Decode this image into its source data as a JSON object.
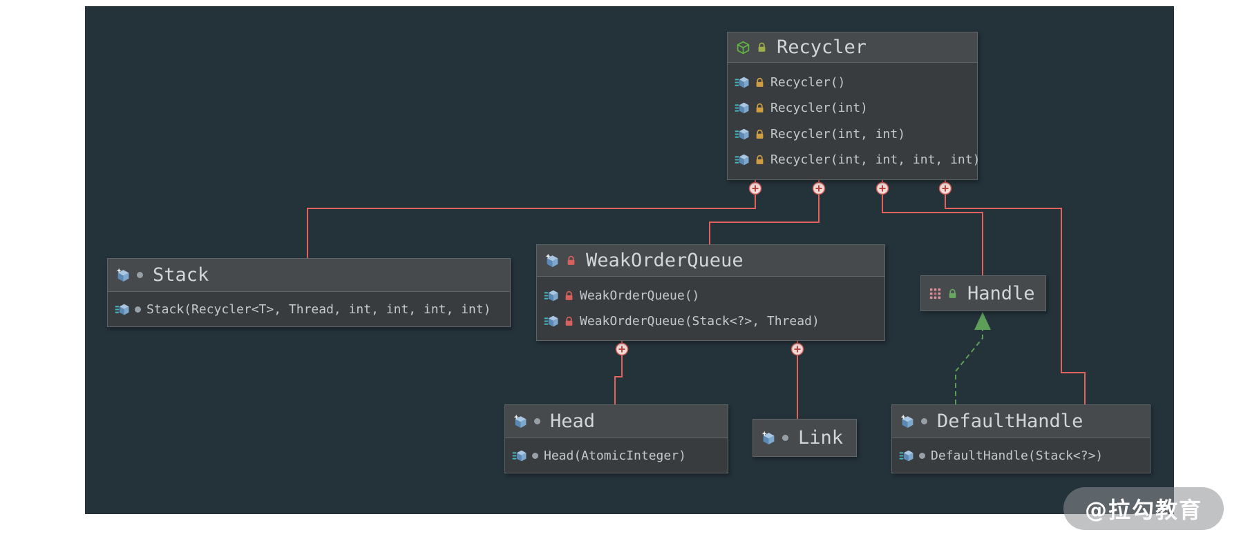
{
  "watermark": "@拉勾教育",
  "colors": {
    "canvas-bg": "#24323a",
    "box-body": "#383c3e",
    "box-header": "#464a4c",
    "box-border": "#606567",
    "relation": "#e4625d",
    "implements": "#5d9e59",
    "lock-yellow": "#cf9e43",
    "lock-red": "#d7615c",
    "lock-green": "#67a75f",
    "lock-olive": "#9fae4a"
  },
  "icons": {
    "class-icon": "blue-cube-with-sparkle",
    "method-icon": "blue-cube-with-teal-lines",
    "recycler-class-icon": "green-outline-cube",
    "handle-interface-icon": "pink-grid",
    "lock-icon": "padlock",
    "visibility-dot-icon": "gray-dot",
    "expand-anchor-icon": "circled-plus"
  },
  "classes": {
    "recycler": {
      "name": "Recycler",
      "methods": [
        {
          "label": "Recycler()"
        },
        {
          "label": "Recycler(int)"
        },
        {
          "label": "Recycler(int, int)"
        },
        {
          "label": "Recycler(int, int, int, int)"
        }
      ]
    },
    "stack": {
      "name": "Stack",
      "methods": [
        {
          "label": "Stack(Recycler<T>, Thread, int, int, int, int)"
        }
      ]
    },
    "weak_order_queue": {
      "name": "WeakOrderQueue",
      "methods": [
        {
          "label": "WeakOrderQueue()"
        },
        {
          "label": "WeakOrderQueue(Stack<?>, Thread)"
        }
      ]
    },
    "handle": {
      "name": "Handle"
    },
    "head": {
      "name": "Head",
      "methods": [
        {
          "label": "Head(AtomicInteger)"
        }
      ]
    },
    "link": {
      "name": "Link"
    },
    "default_handle": {
      "name": "DefaultHandle",
      "methods": [
        {
          "label": "DefaultHandle(Stack<?>)"
        }
      ]
    }
  }
}
